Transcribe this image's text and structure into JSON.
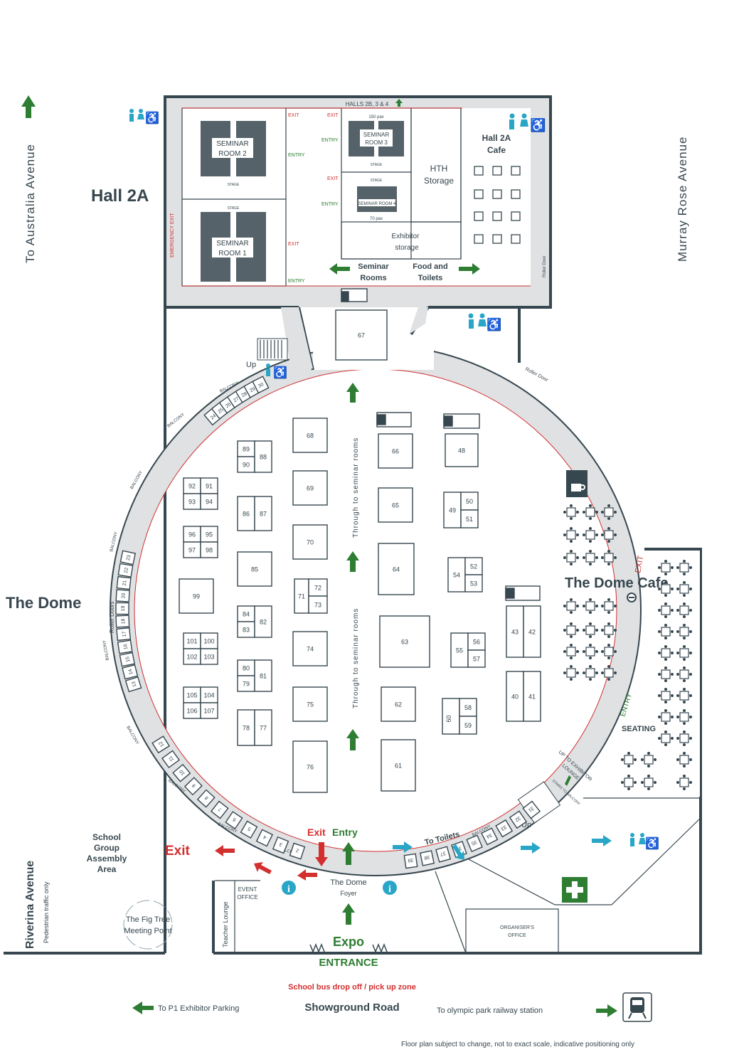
{
  "labels": {
    "to_australia": "To Australia Avenue",
    "murray_rose": "Murray Rose Avenue",
    "riverina": "Riverina Avenue",
    "pedestrian_only": "Pedestrian traffic only",
    "hall2a": "Hall 2A",
    "the_dome": "The Dome",
    "dome_cafe": "The Dome Cafe",
    "hall2a_cafe_1": "Hall 2A",
    "hall2a_cafe_2": "Cafe",
    "halls_2b": "HALLS 2B, 3 & 4",
    "seminar_room_1a": "SEMINAR",
    "seminar_room_1b": "ROOM 1",
    "seminar_room_2a": "SEMINAR",
    "seminar_room_2b": "ROOM 2",
    "seminar_room_3a": "SEMINAR",
    "seminar_room_3b": "ROOM 3",
    "seminar_room_4": "SEMINAR ROOM 4",
    "stage": "STAGE",
    "cap_150": "150 pax",
    "cap_70": "70 pax",
    "hth_storage_1": "HTH",
    "hth_storage_2": "Storage",
    "exhibitor_storage_1": "Exhibitor",
    "exhibitor_storage_2": "storage",
    "seminar_rooms_1": "Seminar",
    "seminar_rooms_2": "Rooms",
    "food_toilets_1": "Food and",
    "food_toilets_2": "Toilets",
    "emergency_exit": "EMERGENCY EXIT",
    "roller_door": "Roller Door",
    "roller_doors": "Roller Doors",
    "balcony": "BALCONY",
    "up": "Up",
    "exit": "EXIT",
    "entry": "ENTRY",
    "exit_big": "Exit",
    "exit_entry_exit": "Exit",
    "exit_entry_entry": "Entry",
    "through_seminar": "Through to seminar rooms",
    "seating": "SEATING",
    "up_to_lounge_1": "UP TO EXHIBITOR",
    "up_to_lounge_2": "LOUNGE",
    "stairs_balcony": "STAIRS TO BALCONY",
    "to_toilets": "To Toilets",
    "school_group_1": "School",
    "school_group_2": "Group",
    "school_group_3": "Assembly",
    "school_group_4": "Area",
    "fig_tree_1": "The Fig Tree",
    "fig_tree_2": "Meeting Point",
    "teacher_lounge": "Teacher Lounge",
    "event_office_1": "EVENT",
    "event_office_2": "OFFICE",
    "dome_foyer_1": "The Dome",
    "dome_foyer_2": "Foyer",
    "organisers_office_1": "ORGANISER'S",
    "organisers_office_2": "OFFICE",
    "expo": "Expo",
    "entrance": "ENTRANCE",
    "school_bus": "School bus drop off / pick up zone",
    "to_p1": "To P1 Exhibitor Parking",
    "showground_road": "Showground Road",
    "to_olympic": "To olympic park railway station",
    "disclaimer": "Floor plan subject to change, not to exact scale, indicative positioning only"
  },
  "booths": {
    "b67": "67",
    "b68": "68",
    "b69": "69",
    "b70": "70",
    "b74": "74",
    "b75": "75",
    "b76": "76",
    "b66": "66",
    "b65": "65",
    "b64": "64",
    "b63": "63",
    "b62": "62",
    "b61": "61",
    "b48": "48",
    "b49": "49",
    "b50": "50",
    "b51": "51",
    "b52": "52",
    "b53": "53",
    "b54": "54",
    "b55": "55",
    "b56": "56",
    "b57": "57",
    "b58": "58",
    "b59": "59",
    "b60": "60",
    "b43": "43",
    "b42": "42",
    "b40": "40",
    "b41": "41",
    "b71": "71",
    "b72": "72",
    "b73": "73",
    "b89": "89",
    "b90": "90",
    "b88": "88",
    "b86": "86",
    "b87": "87",
    "b85": "85",
    "b84": "84",
    "b83": "83",
    "b82": "82",
    "b80": "80",
    "b79": "79",
    "b81": "81",
    "b78": "78",
    "b77": "77",
    "b92": "92",
    "b91": "91",
    "b93": "93",
    "b94": "94",
    "b96": "96",
    "b95": "95",
    "b97": "97",
    "b98": "98",
    "b99": "99",
    "b101": "101",
    "b100": "100",
    "b102": "102",
    "b103": "103",
    "b105": "105",
    "b104": "104",
    "b106": "106",
    "b107": "107"
  },
  "ring_booths": {
    "left_upper": [
      "24",
      "25",
      "26",
      "27",
      "28",
      "29",
      "30"
    ],
    "left_mid": [
      "23",
      "22",
      "21",
      "20",
      "19",
      "18",
      "17",
      "16",
      "15",
      "14",
      "13"
    ],
    "left_lower": [
      "12",
      "11",
      "10",
      "9",
      "8",
      "7",
      "6",
      "5",
      "4",
      "3",
      "2"
    ],
    "bottom_right": [
      "39",
      "38",
      "37",
      "36",
      "35",
      "34",
      "33",
      "32",
      "31"
    ]
  },
  "colors": {
    "wall": "#37474f",
    "corridor": "#dfe1e3",
    "exit": "#d32f2f",
    "entry": "#2e7d32",
    "accessible": "#29a6c7"
  },
  "icons": [
    "arrow-up-icon",
    "toilets-icon",
    "accessible-icon",
    "information-icon",
    "first-aid-icon",
    "cafe-icon",
    "train-icon",
    "truck-icon"
  ]
}
